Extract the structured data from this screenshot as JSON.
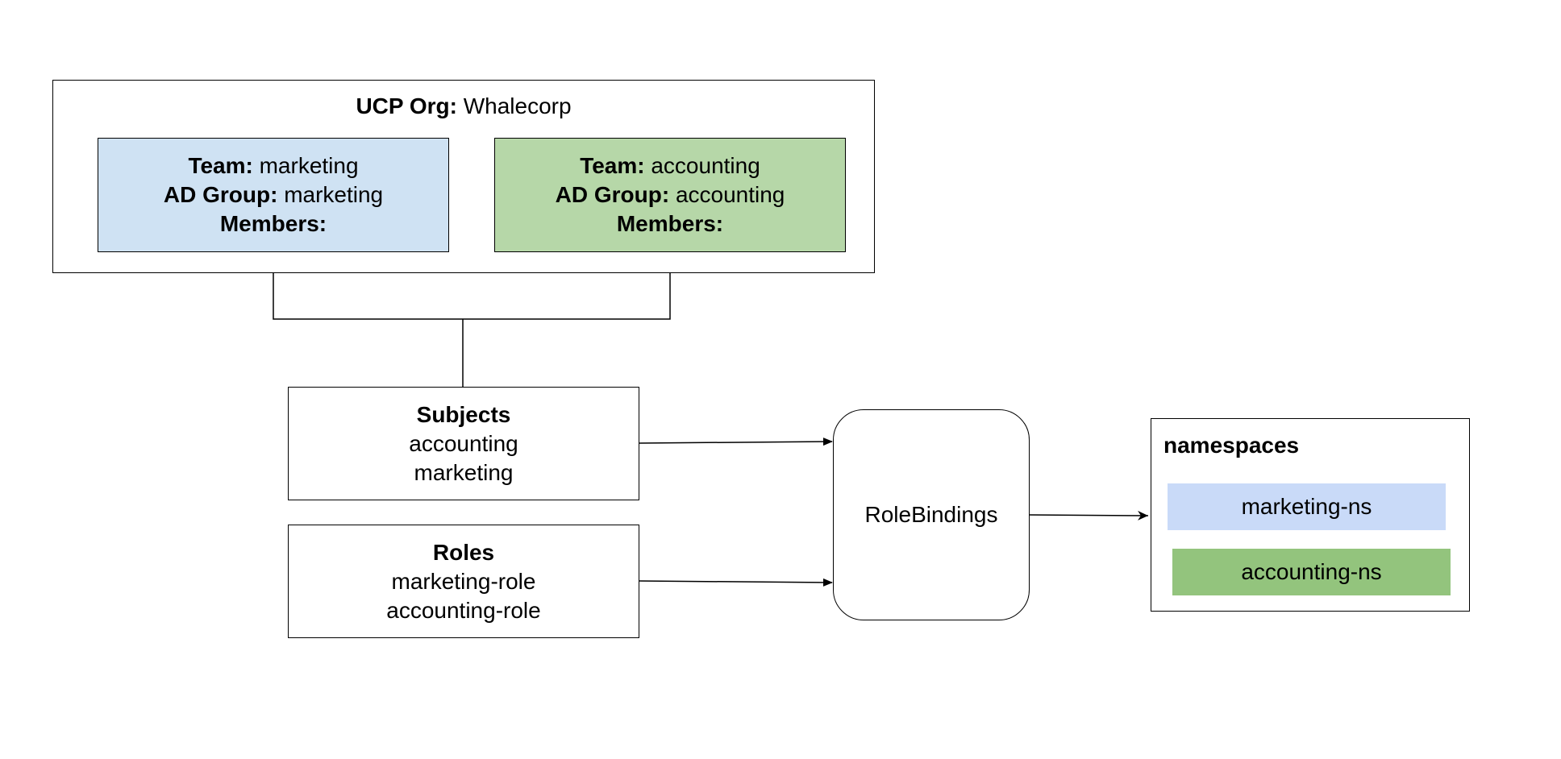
{
  "org": {
    "label": "UCP Org:",
    "name": "Whalecorp"
  },
  "teams": [
    {
      "team_label": "Team:",
      "team_value": "marketing",
      "ad_label": "AD Group:",
      "ad_value": "marketing",
      "members_label": "Members:",
      "fill": "#cfe2f3"
    },
    {
      "team_label": "Team:",
      "team_value": "accounting",
      "ad_label": "AD Group:",
      "ad_value": "accounting",
      "members_label": "Members:",
      "fill": "#b6d7a8"
    }
  ],
  "subjects": {
    "title": "Subjects",
    "items": [
      "accounting",
      "marketing"
    ]
  },
  "roles": {
    "title": "Roles",
    "items": [
      "marketing-role",
      "accounting-role"
    ]
  },
  "rolebindings": {
    "label": "RoleBindings"
  },
  "namespaces": {
    "title": "namespaces",
    "items": [
      {
        "label": "marketing-ns",
        "fill": "#c9daf8"
      },
      {
        "label": "accounting-ns",
        "fill": "#93c47d"
      }
    ]
  }
}
